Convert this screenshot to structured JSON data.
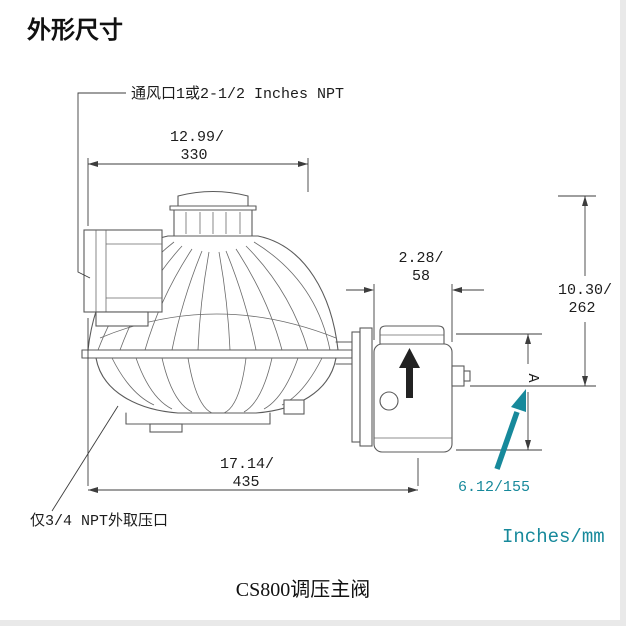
{
  "title": "外形尺寸",
  "caption": "CS800调压主阀",
  "units_note": "Inches/mm",
  "callouts": {
    "vent_port": "通风口1或2-1/2 Inches NPT",
    "pressure_tap": "仅3/4 NPT外取压口"
  },
  "dimensions": {
    "diaphragm_case_width": {
      "inches": "12.99/",
      "mm": "330"
    },
    "body_width": {
      "inches": "2.28/",
      "mm": "58"
    },
    "overall_height": {
      "inches": "10.30/",
      "mm": "262"
    },
    "overall_length": {
      "inches": "17.14/",
      "mm": "435"
    },
    "dim_a": {
      "label": "A",
      "value": "6.12/155"
    }
  },
  "colors": {
    "accent_teal": "#17899B",
    "drawing_line": "#5b5b5b",
    "dimension_line": "#3d3d3d",
    "text": "#1c1c1c"
  }
}
